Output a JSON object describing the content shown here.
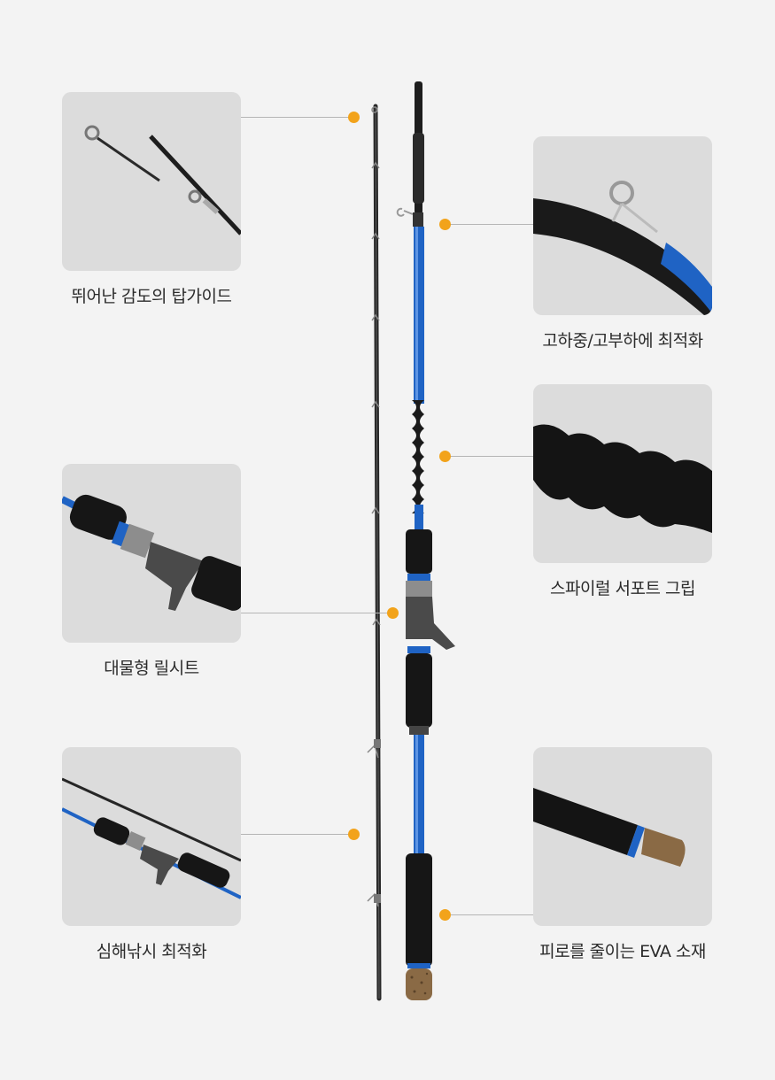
{
  "features": [
    {
      "caption": "뛰어난 감도의 탑가이드"
    },
    {
      "caption": "대물형 릴시트"
    },
    {
      "caption": "심해낚시 최적화"
    },
    {
      "caption": "고하중/고부하에 최적화"
    },
    {
      "caption": "스파이럴 서포트 그립"
    },
    {
      "caption": "피로를 줄이는 EVA 소재"
    }
  ],
  "colors": {
    "background": "#f3f3f3",
    "card": "#dcdcdc",
    "dot": "#f2a31b",
    "rod_blue": "#1f63c4",
    "blank_dark": "#2a2a2a",
    "cork": "#8a6a45"
  }
}
